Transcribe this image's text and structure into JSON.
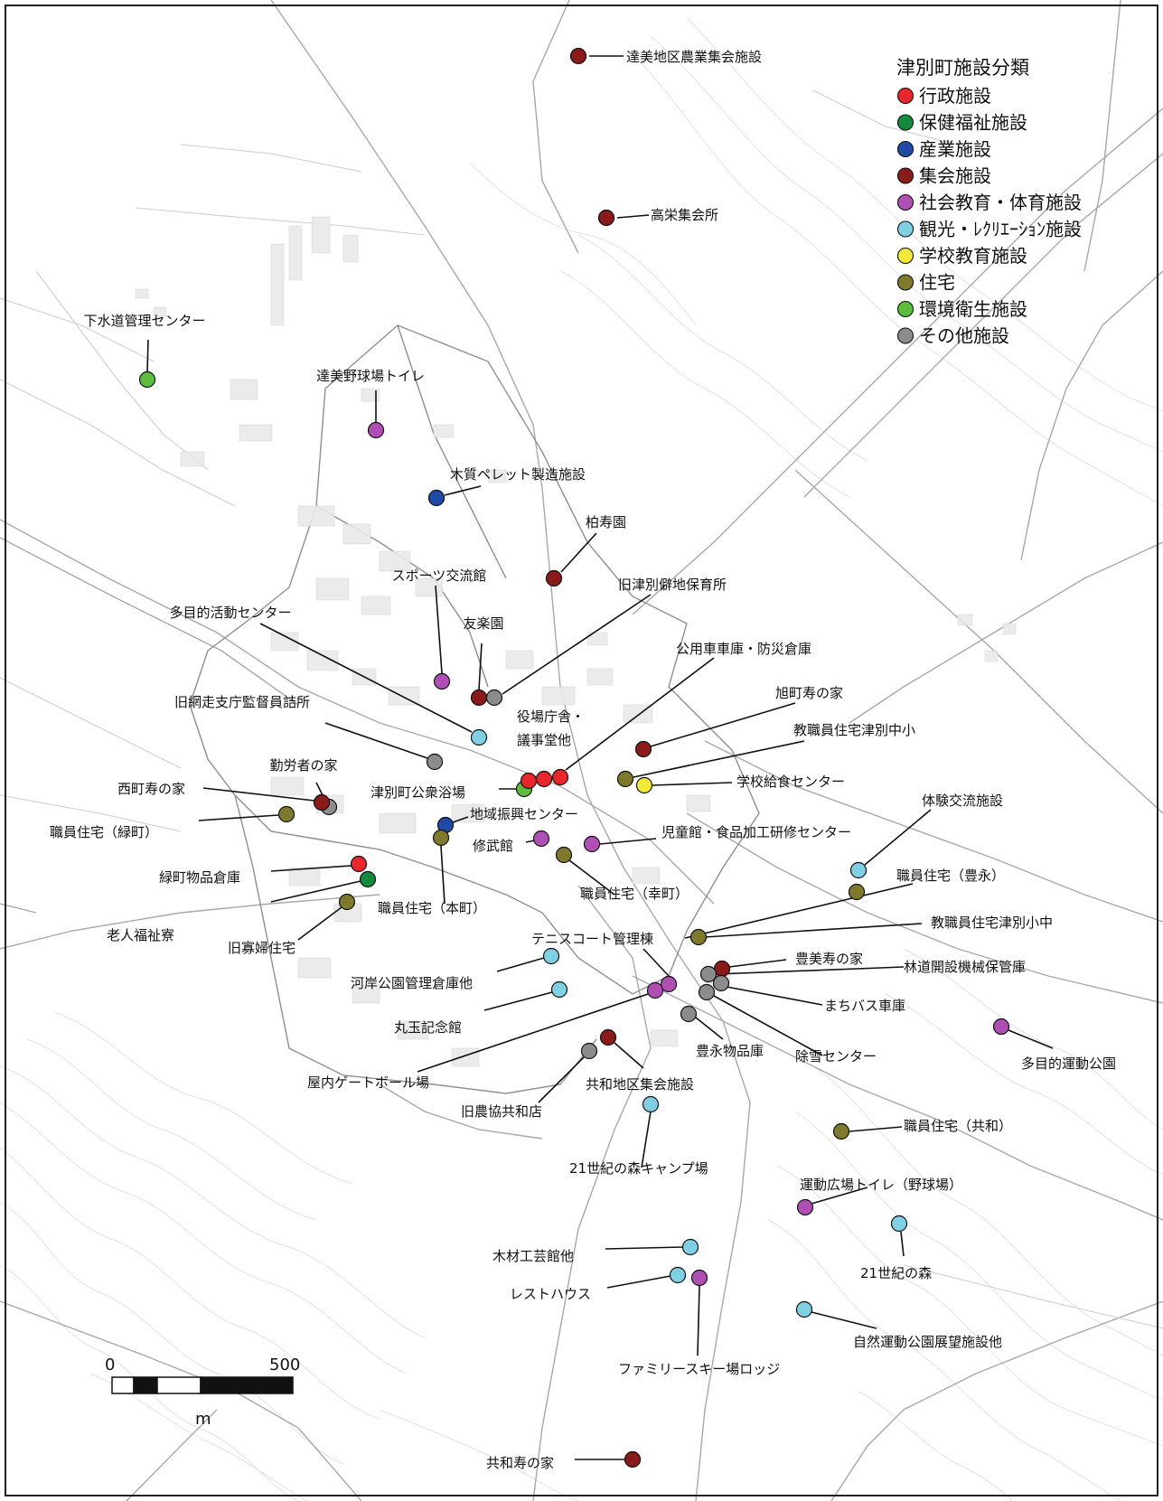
{
  "legend": {
    "title": "津別町施設分類",
    "items": [
      {
        "label": "行政施設",
        "color": "#e8262b"
      },
      {
        "label": "保健福祉施設",
        "color": "#138a3c"
      },
      {
        "label": "産業施設",
        "color": "#1f4aa8"
      },
      {
        "label": "集会施設",
        "color": "#8b1a1a"
      },
      {
        "label": "社会教育・体育施設",
        "color": "#b04fb3"
      },
      {
        "label": "観光・ﾚｸﾘｴｰｼｮﾝ施設",
        "color": "#7fd0e3"
      },
      {
        "label": "学校教育施設",
        "color": "#f3ea38"
      },
      {
        "label": "住宅",
        "color": "#7d7a2b"
      },
      {
        "label": "環境衛生施設",
        "color": "#5bbd3a"
      },
      {
        "label": "その他施設",
        "color": "#8c8c8c"
      }
    ]
  },
  "scale_bar": {
    "start_label": "0",
    "end_label": "500",
    "unit": "m"
  },
  "facilities": [
    {
      "name": "達美地区農業集会施設",
      "category": 3
    },
    {
      "name": "高栄集会所",
      "category": 3
    },
    {
      "name": "下水道管理センター",
      "category": 8
    },
    {
      "name": "達美野球場トイレ",
      "category": 4
    },
    {
      "name": "木質ペレット製造施設",
      "category": 2
    },
    {
      "name": "柏寿園",
      "category": 3
    },
    {
      "name": "旧津別僻地保育所",
      "category": 9
    },
    {
      "name": "スポーツ交流館",
      "category": 4
    },
    {
      "name": "多目的活動センター",
      "category": 5
    },
    {
      "name": "友楽園",
      "category": 3
    },
    {
      "name": "公用車車庫・防災倉庫",
      "category": 0
    },
    {
      "name": "旭町寿の家",
      "category": 3
    },
    {
      "name": "旧網走支庁監督員詰所",
      "category": 9
    },
    {
      "name": "役場庁舎・",
      "category": 0
    },
    {
      "name": "議事堂他",
      "category": 0
    },
    {
      "name": "教職員住宅津別中小",
      "category": 7
    },
    {
      "name": "学校給食センター",
      "category": 6
    },
    {
      "name": "勤労者の家",
      "category": 9
    },
    {
      "name": "西町寿の家",
      "category": 3
    },
    {
      "name": "津別町公衆浴場",
      "category": 8
    },
    {
      "name": "体験交流施設",
      "category": 5
    },
    {
      "name": "職員住宅（緑町）",
      "category": 7
    },
    {
      "name": "地域振興センター",
      "category": 2
    },
    {
      "name": "修武館",
      "category": 4
    },
    {
      "name": "児童館・食品加工研修センター",
      "category": 4
    },
    {
      "name": "緑町物品倉庫",
      "category": 0
    },
    {
      "name": "職員住宅（豊永）",
      "category": 7
    },
    {
      "name": "職員住宅（幸町）",
      "category": 7
    },
    {
      "name": "職員住宅（本町）",
      "category": 7
    },
    {
      "name": "老人福祉寮",
      "category": 1
    },
    {
      "name": "旧寡婦住宅",
      "category": 7
    },
    {
      "name": "教職員住宅津別小中",
      "category": 7
    },
    {
      "name": "テニスコート管理棟",
      "category": 4
    },
    {
      "name": "豊美寿の家",
      "category": 3
    },
    {
      "name": "林道開設機械保管庫",
      "category": 9
    },
    {
      "name": "河岸公園管理倉庫他",
      "category": 5
    },
    {
      "name": "まちバス車庫",
      "category": 9
    },
    {
      "name": "丸玉記念館",
      "category": 5
    },
    {
      "name": "多目的運動公園",
      "category": 4
    },
    {
      "name": "豊永物品庫",
      "category": 9
    },
    {
      "name": "除雪センター",
      "category": 9
    },
    {
      "name": "屋内ゲートボール場",
      "category": 4
    },
    {
      "name": "共和地区集会施設",
      "category": 3
    },
    {
      "name": "旧農協共和店",
      "category": 9
    },
    {
      "name": "21世紀の森キャンプ場",
      "category": 5
    },
    {
      "name": "職員住宅（共和）",
      "category": 7
    },
    {
      "name": "運動広場トイレ（野球場）",
      "category": 4
    },
    {
      "name": "木材工芸館他",
      "category": 5
    },
    {
      "name": "21世紀の森",
      "category": 5
    },
    {
      "name": "レストハウス",
      "category": 5
    },
    {
      "name": "ファミリースキー場ロッジ",
      "category": 4
    },
    {
      "name": "自然運動公園展望施設他",
      "category": 5
    },
    {
      "name": "共和寿の家",
      "category": 3
    }
  ]
}
